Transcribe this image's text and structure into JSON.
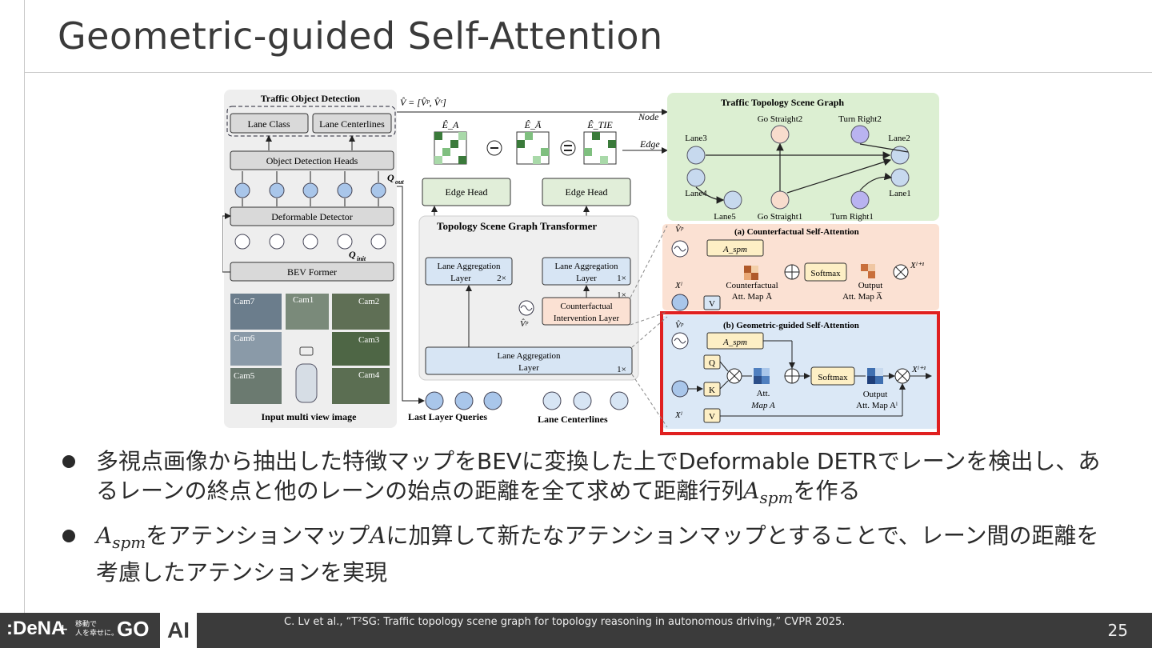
{
  "slide": {
    "title": "Geometric-guided Self-Attention",
    "page_number": "25",
    "citation": "C. Lv et al., “T²SG: Traffic topology scene graph for topology reasoning in autonomous driving,” CVPR 2025."
  },
  "footer": {
    "dena_logo": ":DeNA",
    "plus": "+",
    "go_caption_line1": "移動で",
    "go_caption_line2": "人を幸せに。",
    "go_logo": "GO",
    "ai_badge": "AI"
  },
  "bullets": [
    {
      "part1": "多視点画像から抽出した特徴マップをBEVに変換した上でDeformable DETRでレーンを検出し、あるレーンの終点と他のレーンの始点の距離を全て求めて距離行列",
      "math_base": "A",
      "math_sub": "spm",
      "part2": "を作る"
    },
    {
      "math_base": "A",
      "math_sub": "spm",
      "part1": "をアテンションマップ",
      "math2": "A",
      "part2": "に加算して新たなアテンションマップとすることで、レーン間の距離を考慮したアテンションを実現"
    }
  ],
  "figure": {
    "left": {
      "detection_title": "Traffic Object Detection",
      "lane_class": "Lane Class",
      "lane_centerlines": "Lane Centerlines",
      "object_detection_heads": "Object Detection Heads",
      "deformable_detector": "Deformable Detector",
      "bev_former": "BEV Former",
      "q_out": "Q",
      "q_init": "Q",
      "cams": [
        "Cam7",
        "Cam1",
        "Cam2",
        "Cam6",
        "Cam3",
        "Cam5",
        "Cam4"
      ],
      "input_caption": "Input multi view image"
    },
    "middle": {
      "v_hat": "V̂ = [V̂ᵖ, V̂ᶜ]",
      "e_a": "Ê_A",
      "e_abar": "Ê_Ā",
      "e_tie": "Ê_TIE",
      "edge_head": "Edge Head",
      "tsgt_title": "Topology Scene Graph Transformer",
      "lane_agg_2x": "Lane Aggregation Layer 2×",
      "lane_agg_1x": "Lane Aggregation Layer 1×",
      "cf_layer_line1": "Counterfactual",
      "cf_layer_line2": "Intervention Layer",
      "lane_agg_bottom": "Lane Aggregation Layer",
      "last_layer_queries": "Last Layer Queries",
      "lane_centerlines": "Lane Centerlines",
      "node": "Node",
      "edge": "Edge",
      "one_x": "1×",
      "v_p": "V̂ᵖ"
    },
    "right": {
      "scene_graph_title": "Traffic Topology Scene Graph",
      "nodes": [
        "Go Straight2",
        "Turn Right2",
        "Lane3",
        "Lane2",
        "Lane4",
        "Lane1",
        "Lane5",
        "Go Straight1",
        "Turn Right1"
      ],
      "panel_a_title": "(a) Counterfactual Self-Attention",
      "panel_b_title": "(b) Geometric-guided Self-Attention",
      "a_spm": "A_spm",
      "softmax": "Softmax",
      "cf_map_line1": "Counterfactual",
      "cf_map_line2": "Att. Map Ā",
      "output_a_line1": "Output",
      "output_a_line2": "Att. Map A̅",
      "att_map_line1": "Att.",
      "att_map_line2": "Map A",
      "output_b_line1": "Output",
      "output_b_line2": "Att. Map Aˡ",
      "x_l": "Xˡ",
      "x_l1": "Xˡ⁺¹",
      "q": "Q",
      "k": "K",
      "v": "V",
      "v_p": "V̂ᵖ"
    }
  },
  "colors": {
    "highlight_border": "#e02020",
    "scene_graph_bg": "#dcefd2",
    "panel_a_bg": "#fbe1d3",
    "panel_b_bg": "#dbe8f6",
    "node_blue": "#c7d9ee",
    "node_purple": "#b9b3f0",
    "node_peach": "#f8dccd",
    "footer_bg": "#3b3b3b"
  }
}
